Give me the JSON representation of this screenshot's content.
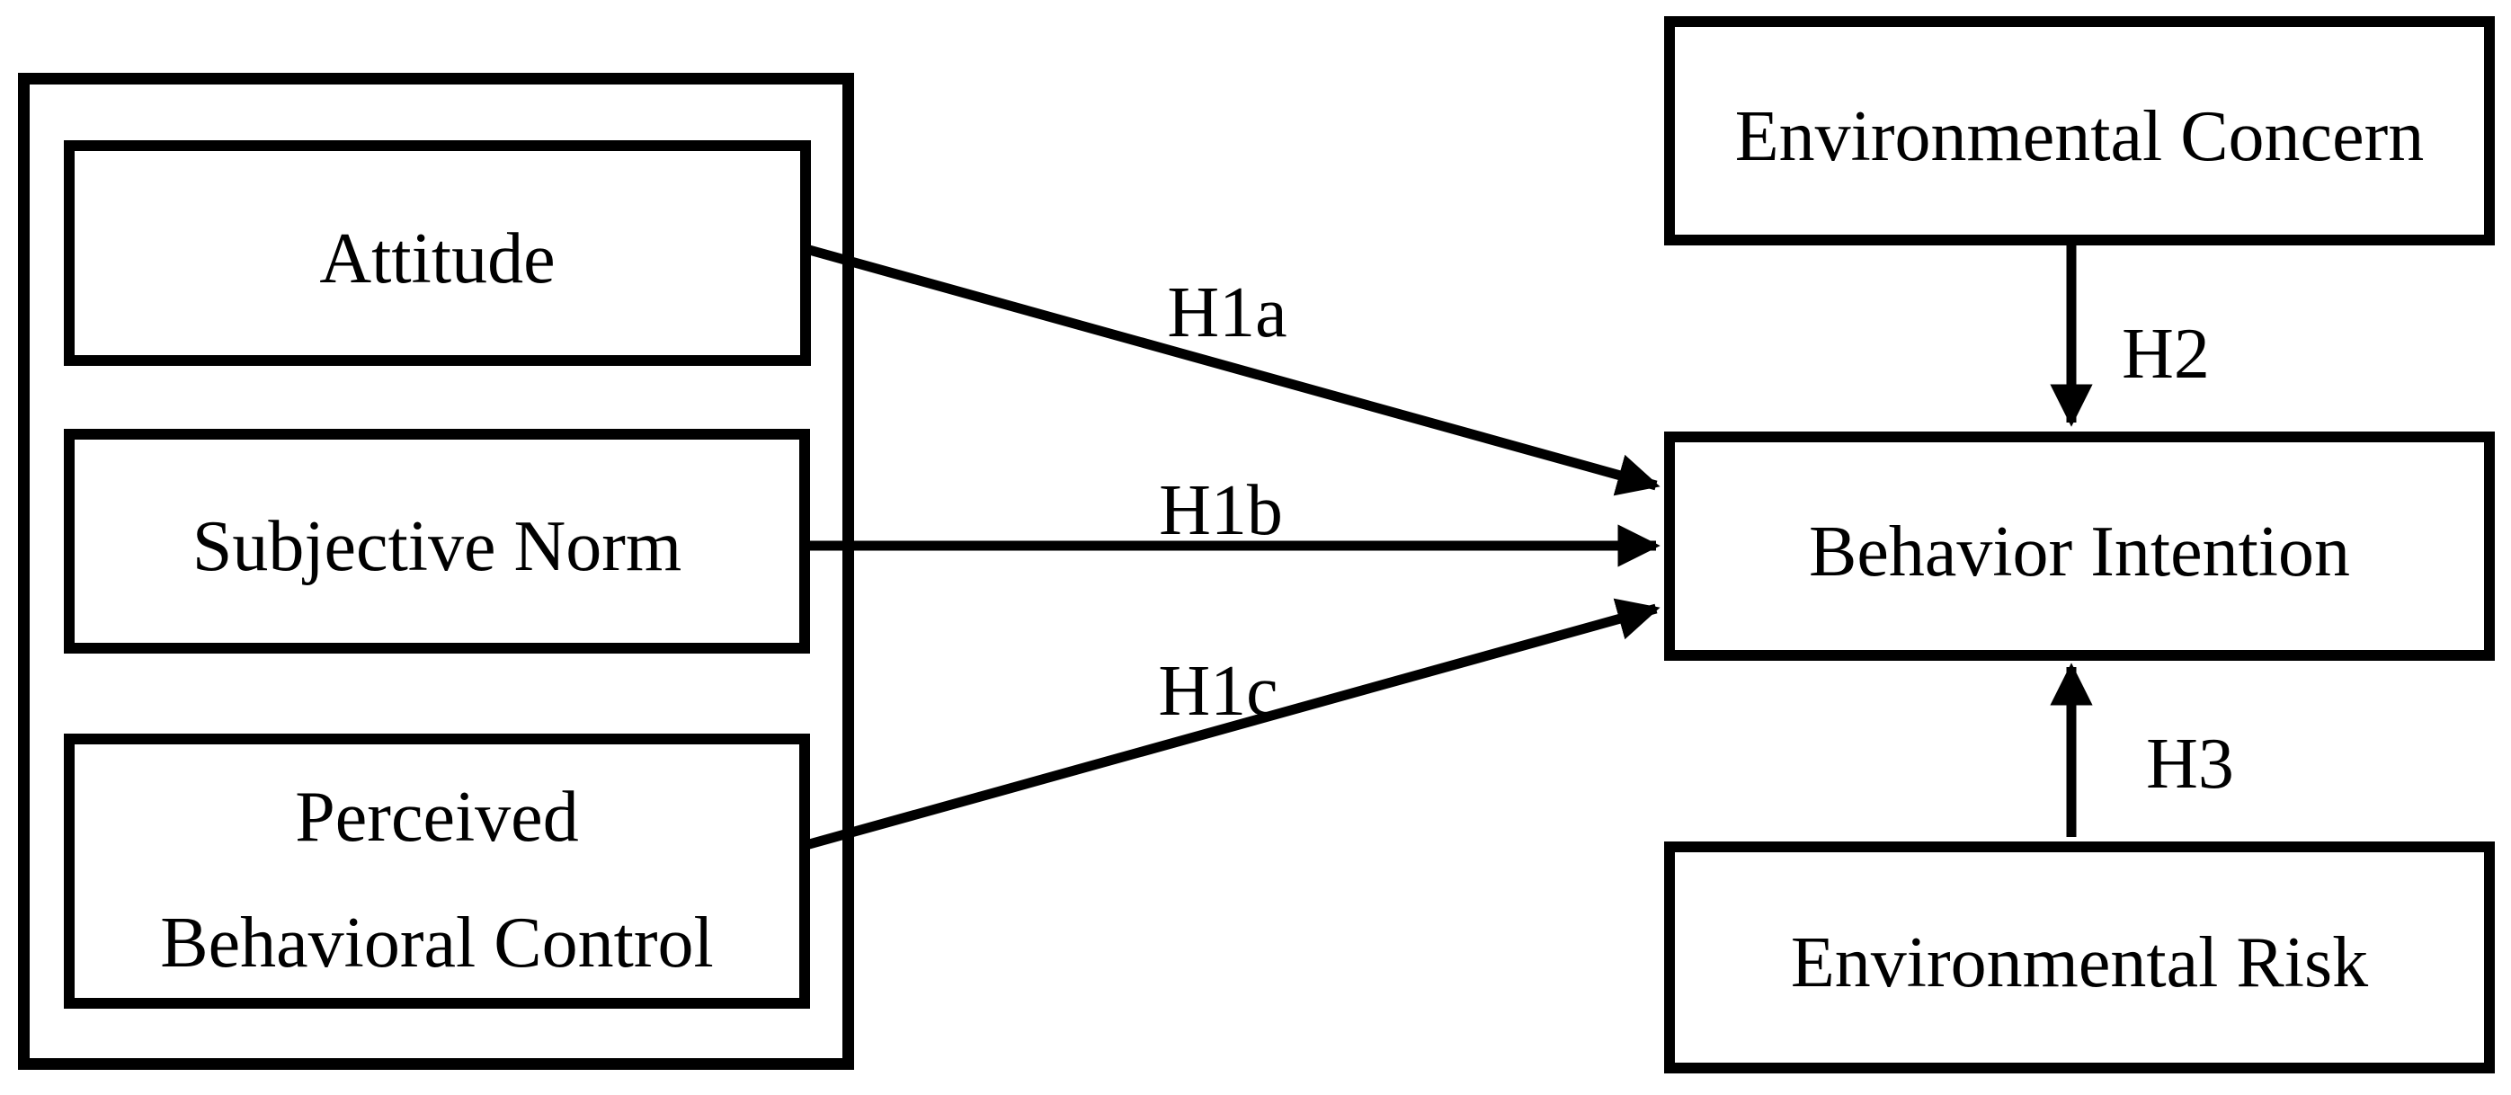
{
  "diagram": {
    "type": "hypothesis-model-flowchart",
    "colors": {
      "ink": "#000000",
      "paper": "#ffffff"
    },
    "boxes": {
      "attitude": {
        "label": "Attitude"
      },
      "subjective_norm": {
        "label": "Subjective Norm"
      },
      "perceived_behavioral_control": {
        "line1": "Perceived",
        "line2": "Behavioral Control"
      },
      "environmental_concern": {
        "label": "Environmental Concern"
      },
      "behavior_intention": {
        "label": "Behavior Intention"
      },
      "environmental_risk": {
        "label": "Environmental Risk"
      }
    },
    "edges": {
      "h1a": {
        "label": "H1a",
        "from": "Attitude",
        "to": "Behavior Intention"
      },
      "h1b": {
        "label": "H1b",
        "from": "Subjective Norm",
        "to": "Behavior Intention"
      },
      "h1c": {
        "label": "H1c",
        "from": "Perceived Behavioral Control",
        "to": "Behavior Intention"
      },
      "h2": {
        "label": "H2",
        "from": "Environmental Concern",
        "to": "Behavior Intention"
      },
      "h3": {
        "label": "H3",
        "from": "Environmental Risk",
        "to": "Behavior Intention"
      }
    }
  }
}
